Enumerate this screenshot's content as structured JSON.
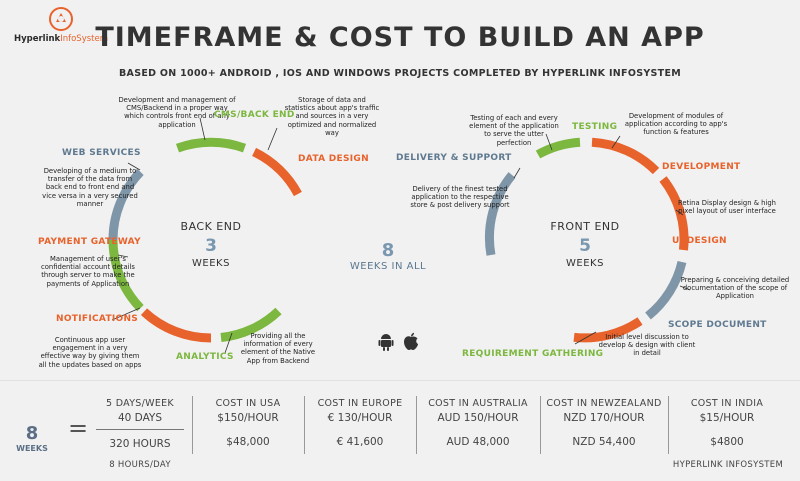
{
  "header": {
    "logo_text_a": "Hyperlink",
    "logo_text_b": "InfoSystem",
    "title": "TIMEFRAME & COST TO BUILD AN APP",
    "subtitle": "BASED ON 1000+ ANDROID , IOS AND WINDOWS PROJECTS COMPLETED BY HYPERLINK INFOSYSTEM"
  },
  "backend": {
    "name": "BACK END",
    "weeks": "3",
    "unit": "WEEKS",
    "stages": [
      {
        "label": "CMS/BACK END",
        "color": "#7cb73f",
        "desc": "Development and management of CMS/Backend in a proper way which controls front end of any application"
      },
      {
        "label": "DATA DESIGN",
        "color": "#e8622c",
        "desc": "Storage of data and statistics about app's traffic and sources in a very optimized and normalized way"
      },
      {
        "label": "WEB SERVICES",
        "color": "#5f7a90",
        "desc": "Developing of a medium to transfer of the data from back end to front end and vice versa in a very secured manner"
      },
      {
        "label": "PAYMENT GATEWAY",
        "color": "#e8622c",
        "desc": "Management of user's confidential account details through server to make the payments of Application"
      },
      {
        "label": "NOTIFICATIONS",
        "color": "#e8622c",
        "desc": "Continuous app user engagement in a very effective way by giving them all the updates based on apps"
      },
      {
        "label": "ANALYTICS",
        "color": "#7cb73f",
        "desc": "Providing all the information of every element of the Native App from Backend"
      }
    ]
  },
  "middle": {
    "weeks": "8",
    "unit": "WEEKS IN ALL"
  },
  "frontend": {
    "name": "FRONT END",
    "weeks": "5",
    "unit": "WEEKS",
    "stages": [
      {
        "label": "TESTING",
        "color": "#7cb73f",
        "desc": "Testing of each and every element of the application to serve the utter perfection"
      },
      {
        "label": "DELIVERY & SUPPORT",
        "color": "#5f7a90",
        "desc": "Delivery of the finest tested application to the respective store & post delivery support"
      },
      {
        "label": "DEVELOPMENT",
        "color": "#e8622c",
        "desc": "Development of modules of application according to app's function & features"
      },
      {
        "label": "UI DESIGN",
        "color": "#e8622c",
        "desc": "Retina Display design & high pixel layout of user interface"
      },
      {
        "label": "SCOPE DOCUMENT",
        "color": "#5f7a90",
        "desc": "Preparing & conceiving detailed documentation of the scope of Application"
      },
      {
        "label": "REQUIREMENT GATHERING",
        "color": "#7cb73f",
        "desc": "Initial level discussion to develop & design with client in detail"
      }
    ]
  },
  "summary": {
    "weeks": "8",
    "weeks_label": "WEEKS",
    "equals": "=",
    "work": {
      "line1": "5 DAYS/WEEK",
      "line2": "40 DAYS",
      "line3": "320 HOURS",
      "line4": "8 HOURS/DAY"
    },
    "costs": [
      {
        "title": "COST IN USA",
        "rate": "$150/HOUR",
        "total": "$48,000"
      },
      {
        "title": "COST IN EUROPE",
        "rate": "€ 130/HOUR",
        "total": "€ 41,600"
      },
      {
        "title": "COST IN AUSTRALIA",
        "rate": "AUD 150/HOUR",
        "total": "AUD 48,000"
      },
      {
        "title": "COST IN NEWZEALAND",
        "rate": "NZD 170/HOUR",
        "total": "NZD 54,400"
      },
      {
        "title": "COST IN INDIA",
        "rate": "$15/HOUR",
        "total": "$4800"
      }
    ],
    "footer": "HYPERLINK INFOSYSTEM"
  },
  "icons": {
    "platforms": [
      "android-icon",
      "apple-icon"
    ]
  },
  "colors": {
    "orange": "#e8622c",
    "green": "#7cb73f",
    "slate": "#5f7a90",
    "background": "#f1f1f1"
  }
}
